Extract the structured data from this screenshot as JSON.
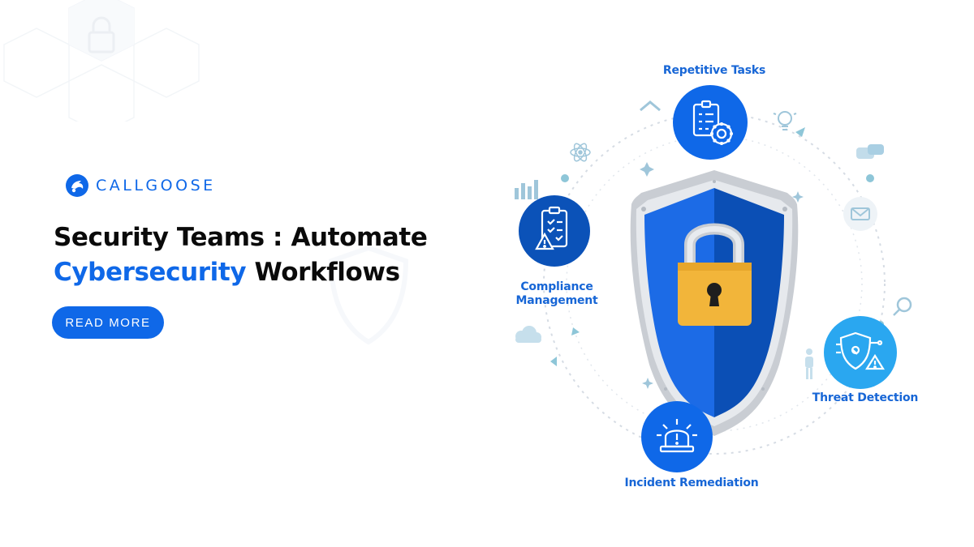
{
  "brand": {
    "name": "CALLGOOSE"
  },
  "headline": {
    "line1": "Security Teams : Automate",
    "accent": "Cybersecurity",
    "line2_rest": " Workflows"
  },
  "cta": {
    "label": "READ MORE"
  },
  "nodes": {
    "repetitive_tasks": "Repetitive Tasks",
    "compliance_line1": "Compliance",
    "compliance_line2": "Management",
    "threat_detection": "Threat Detection",
    "incident_remediation": "Incident Remediation"
  },
  "colors": {
    "brand_blue": "#0f68e8",
    "shield_dark": "#0b4fb5",
    "shield_light": "#1c6be6",
    "lock_gold": "#f2b53a",
    "light_blue_node": "#2aa7f0"
  },
  "icons": [
    "lock-icon",
    "clipboard-gear-icon",
    "clipboard-warning-icon",
    "shield-warning-icon",
    "siren-icon",
    "lightbulb-icon",
    "chat-icon",
    "mail-icon",
    "magnifier-icon",
    "cloud-icon",
    "bar-chart-icon",
    "atom-icon",
    "person-icon"
  ]
}
